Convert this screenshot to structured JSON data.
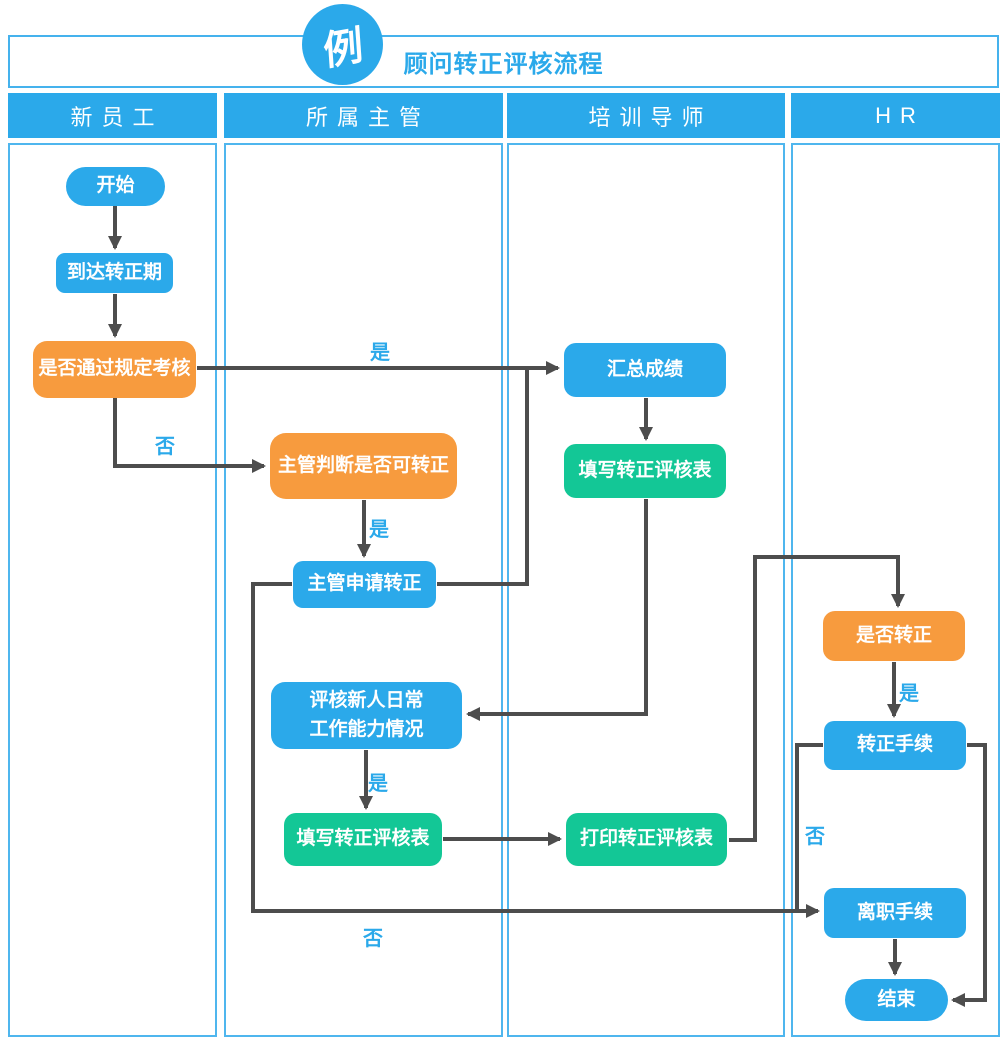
{
  "header": {
    "badge": "例",
    "title": "顾问转正评核流程"
  },
  "lanes": [
    {
      "label": "新员工"
    },
    {
      "label": "所属主管"
    },
    {
      "label": "培训导师"
    },
    {
      "label": "HR"
    }
  ],
  "nodes": {
    "start": {
      "label": "开始",
      "shape": "terminal",
      "color": "blue"
    },
    "reach_period": {
      "label": "到达转正期",
      "shape": "process",
      "color": "blue"
    },
    "pass_exam": {
      "label": "是否通过规定考核",
      "shape": "decision",
      "color": "orange"
    },
    "supervisor_judge": {
      "label": "主管判断是否可转正",
      "shape": "decision",
      "color": "orange"
    },
    "supervisor_apply": {
      "label": "主管申请转正",
      "shape": "process",
      "color": "blue"
    },
    "summarize_scores": {
      "label": "汇总成绩",
      "shape": "process",
      "color": "blue"
    },
    "mentor_fill_form": {
      "label": "填写转正评核表",
      "shape": "process",
      "color": "green"
    },
    "evaluate_daily": {
      "label": "评核新人日常\n工作能力情况",
      "shape": "process",
      "color": "blue"
    },
    "sup_fill_form": {
      "label": "填写转正评核表",
      "shape": "process",
      "color": "green"
    },
    "print_form": {
      "label": "打印转正评核表",
      "shape": "process",
      "color": "green"
    },
    "is_regularized": {
      "label": "是否转正",
      "shape": "decision",
      "color": "orange"
    },
    "regular_proc": {
      "label": "转正手续",
      "shape": "process",
      "color": "blue"
    },
    "resign_proc": {
      "label": "离职手续",
      "shape": "process",
      "color": "blue"
    },
    "end": {
      "label": "结束",
      "shape": "terminal",
      "color": "blue"
    }
  },
  "edge_labels": {
    "pass_yes": "是",
    "pass_no": "否",
    "judge_yes": "是",
    "evaluate_yes": "是",
    "regular_yes": "是",
    "regular_no": "否",
    "apply_no": "否"
  },
  "colors": {
    "node_blue": "#2BA9EA",
    "node_orange": "#F79B3E",
    "node_green": "#13C796",
    "lane_header": "#2BA9EA",
    "lane_border": "#4FB6EE",
    "connector": "#4D4D4D",
    "edge_label_text": "#2BA9EA",
    "title_text": "#2BA9EA"
  }
}
